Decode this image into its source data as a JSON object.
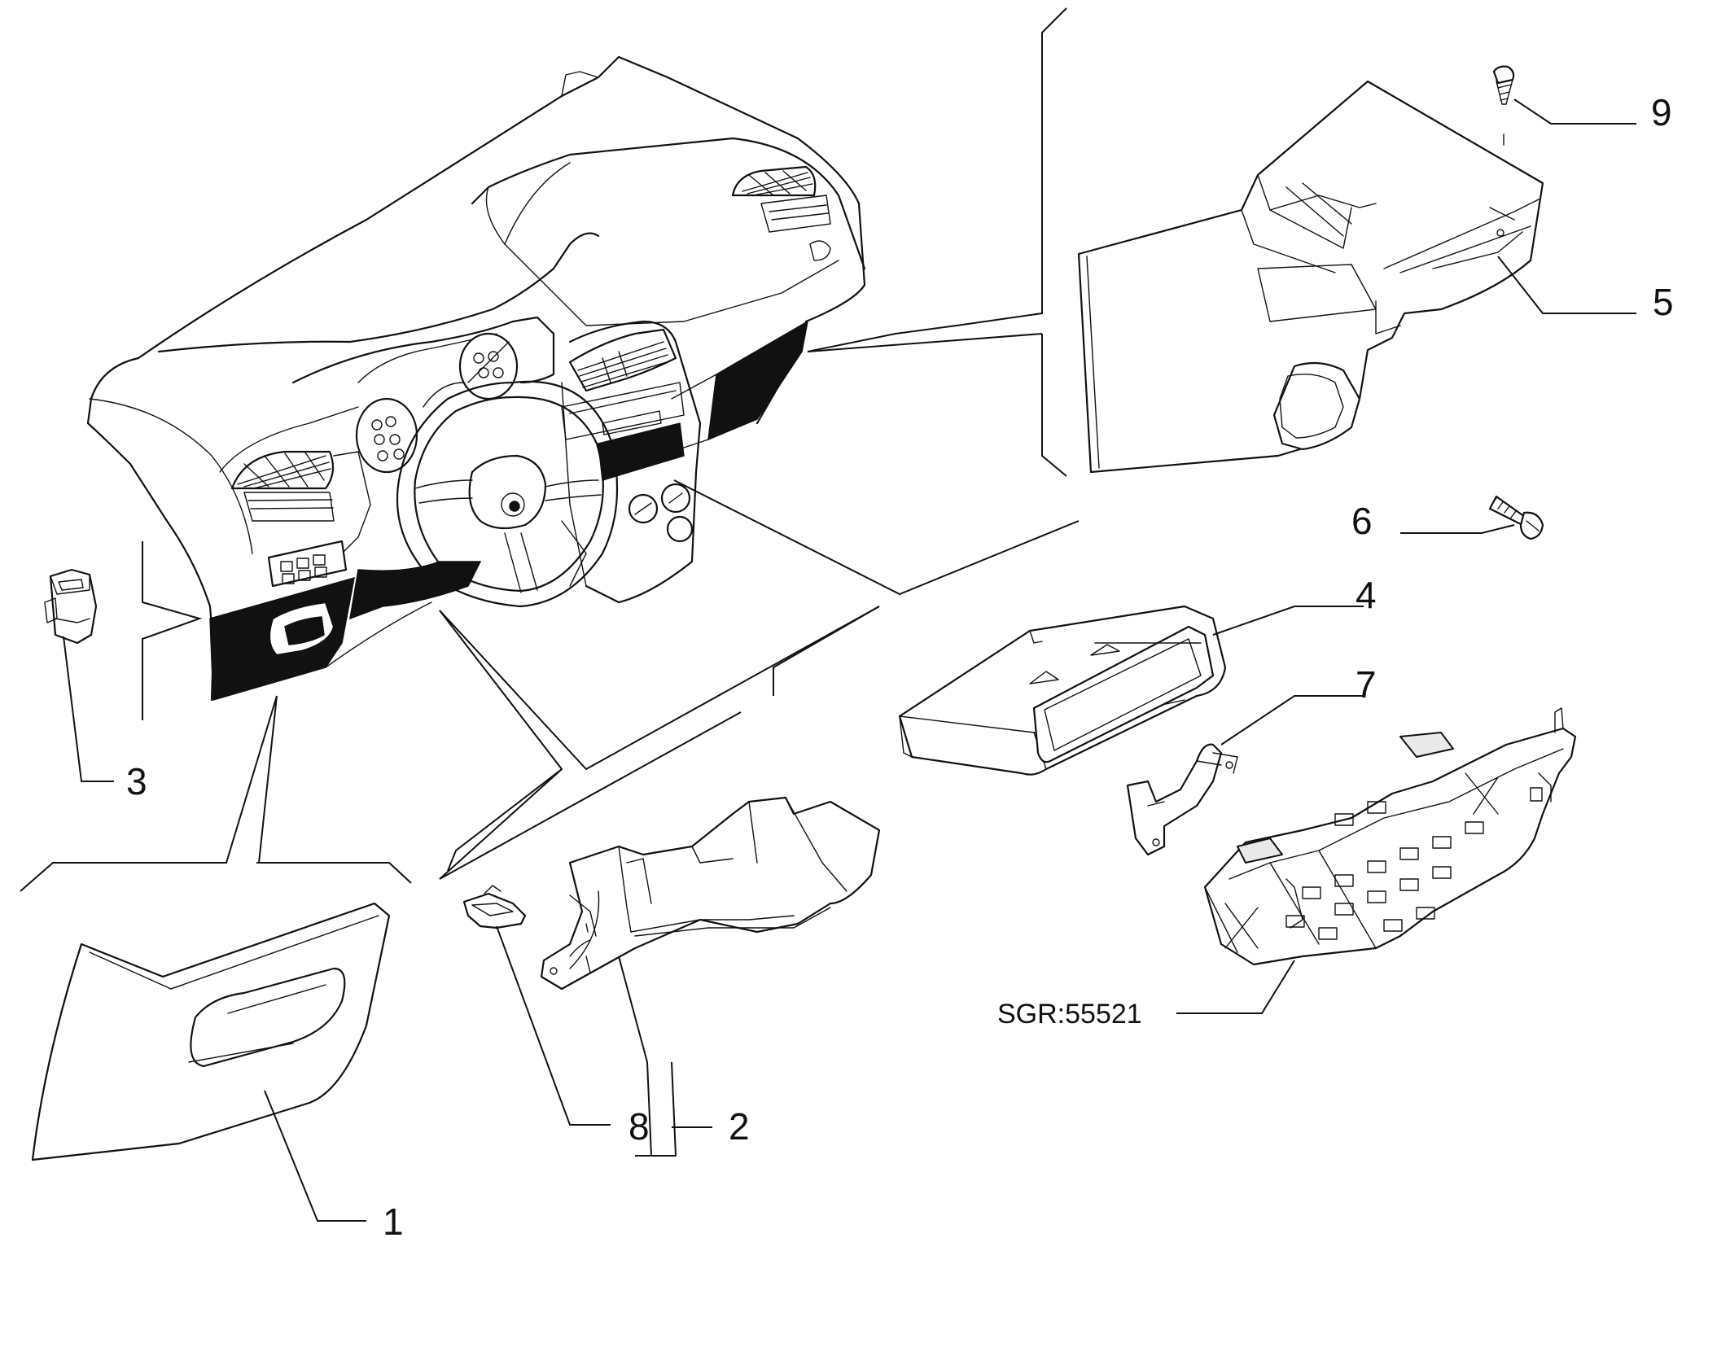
{
  "callouts": {
    "c1": "1",
    "c2": "2",
    "c3": "3",
    "c4": "4",
    "c5": "5",
    "c6": "6",
    "c7": "7",
    "c8": "8",
    "c9": "9"
  },
  "reference_code": "SGR:55521"
}
